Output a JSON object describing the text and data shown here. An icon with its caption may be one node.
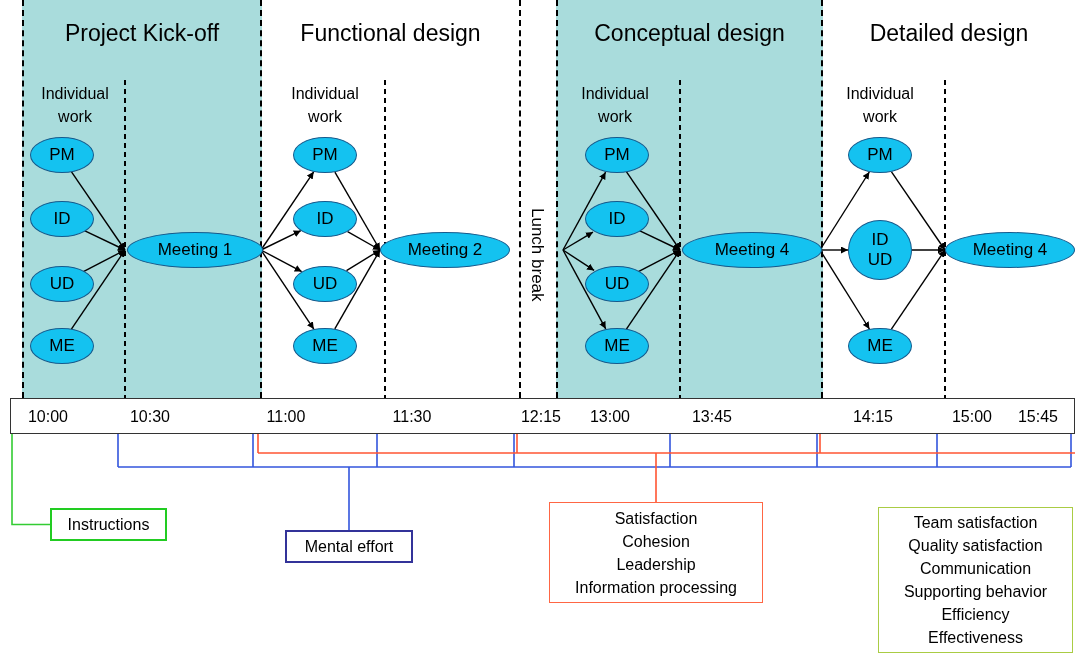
{
  "diagram": {
    "nodes": [
      {
        "text": [
          "Project Kick-off"
        ]
      },
      {
        "text": [
          "PM"
        ],
        "in": 0
      },
      {
        "text": [
          "ID"
        ],
        "in": 0
      },
      {
        "text": [
          "UD"
        ],
        "in": 0
      },
      {
        "text": [
          "ME"
        ],
        "in": 0
      },
      {
        "text": [
          "Meeting 1"
        ],
        "in": 0
      },
      {
        "text": [
          "Functional design"
        ]
      },
      {
        "text": [
          "PM"
        ],
        "in": 6
      },
      {
        "text": [
          "ID"
        ],
        "in": 6
      },
      {
        "text": [
          "UD"
        ],
        "in": 6
      },
      {
        "text": [
          "ME"
        ],
        "in": 6
      },
      {
        "text": [
          "Meeting 2"
        ],
        "in": 6
      },
      {
        "text": [
          "Conceptual design"
        ]
      },
      {
        "text": [
          "PM"
        ],
        "in": 12
      },
      {
        "text": [
          "ID"
        ],
        "in": 12
      },
      {
        "text": [
          "UD"
        ],
        "in": 12
      },
      {
        "text": [
          "ME"
        ],
        "in": 12
      },
      {
        "text": [
          "Meeting 4"
        ],
        "in": 12
      },
      {
        "text": [
          "Detailed design"
        ]
      },
      {
        "text": [
          "PM"
        ],
        "in": 18
      },
      {
        "text": [
          "ID",
          "UD"
        ],
        "in": 18
      },
      {
        "text": [
          "ME"
        ],
        "in": 18
      },
      {
        "text": [
          "Meeting 4"
        ],
        "in": 18
      },
      {
        "text": [
          "Instructions"
        ]
      },
      {
        "text": [
          "Mental effort"
        ]
      },
      {
        "text": [
          "Satisfaction",
          "Cohesion",
          "Leadership",
          "Information processing"
        ]
      },
      {
        "text": [
          "Team satisfaction",
          "Quality satisfaction",
          "Communication",
          "Supporting behavior",
          "Efficiency",
          "Effectiveness"
        ]
      }
    ],
    "edges": [
      {
        "from": 1,
        "to": 5,
        "arrow": "to"
      },
      {
        "from": 2,
        "to": 5,
        "arrow": "to"
      },
      {
        "from": 3,
        "to": 5,
        "arrow": "to"
      },
      {
        "from": 4,
        "to": 5,
        "arrow": "to"
      },
      {
        "from": 5,
        "to": 7,
        "arrow": "to"
      },
      {
        "from": 5,
        "to": 8,
        "arrow": "to"
      },
      {
        "from": 5,
        "to": 9,
        "arrow": "to"
      },
      {
        "from": 5,
        "to": 10,
        "arrow": "to"
      },
      {
        "from": 7,
        "to": 11,
        "arrow": "to"
      },
      {
        "from": 8,
        "to": 11,
        "arrow": "to"
      },
      {
        "from": 9,
        "to": 11,
        "arrow": "to"
      },
      {
        "from": 10,
        "to": 11,
        "arrow": "to"
      },
      {
        "from": null,
        "to": 13,
        "arrow": "to"
      },
      {
        "from": null,
        "to": 14,
        "arrow": "to"
      },
      {
        "from": null,
        "to": 15,
        "arrow": "to"
      },
      {
        "from": null,
        "to": 16,
        "arrow": "to"
      },
      {
        "from": 13,
        "to": 17,
        "arrow": "to"
      },
      {
        "from": 14,
        "to": 17,
        "arrow": "to"
      },
      {
        "from": 15,
        "to": 17,
        "arrow": "to"
      },
      {
        "from": 16,
        "to": 17,
        "arrow": "to"
      },
      {
        "from": 17,
        "to": 19,
        "arrow": "to"
      },
      {
        "from": 17,
        "to": 20,
        "arrow": "to"
      },
      {
        "from": 17,
        "to": 21,
        "arrow": "to"
      },
      {
        "from": 19,
        "to": 22,
        "arrow": "to"
      },
      {
        "from": 20,
        "to": 22,
        "arrow": "to"
      },
      {
        "from": 21,
        "to": 22,
        "arrow": "to"
      },
      {
        "from": 23,
        "to": null,
        "arrow": "none",
        "color": "#33cc33"
      },
      {
        "from": 24,
        "to": null,
        "arrow": "none",
        "color": "#3355dd"
      },
      {
        "from": 25,
        "to": null,
        "arrow": "none",
        "color": "#ff5533"
      }
    ],
    "labels": [
      "Individual work",
      "Individual work",
      "Individual work",
      "Individual work",
      "Lunch break",
      "10:00",
      "10:30",
      "11:00",
      "11:30",
      "12:15",
      "13:00",
      "13:45",
      "14:15",
      "15:00",
      "15:45"
    ]
  }
}
